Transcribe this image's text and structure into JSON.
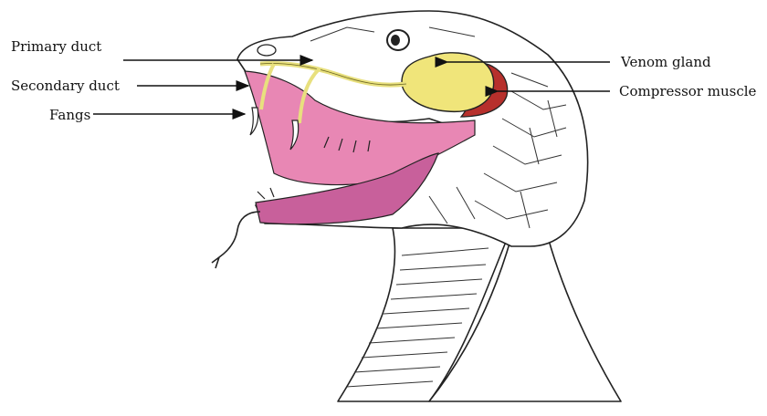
{
  "labels": {
    "primary_duct": "Primary duct",
    "secondary_duct": "Secondary duct",
    "fangs": "Fangs",
    "venom_gland": "Venom gland",
    "compressor_muscle": "Compressor muscle"
  },
  "colors": {
    "venom_gland": "#f0e57a",
    "compressor_muscle": "#b7302c",
    "mouth_lining": "#e887b4",
    "lower_jaw": "#c8609b",
    "duct": "#e8e07e"
  }
}
